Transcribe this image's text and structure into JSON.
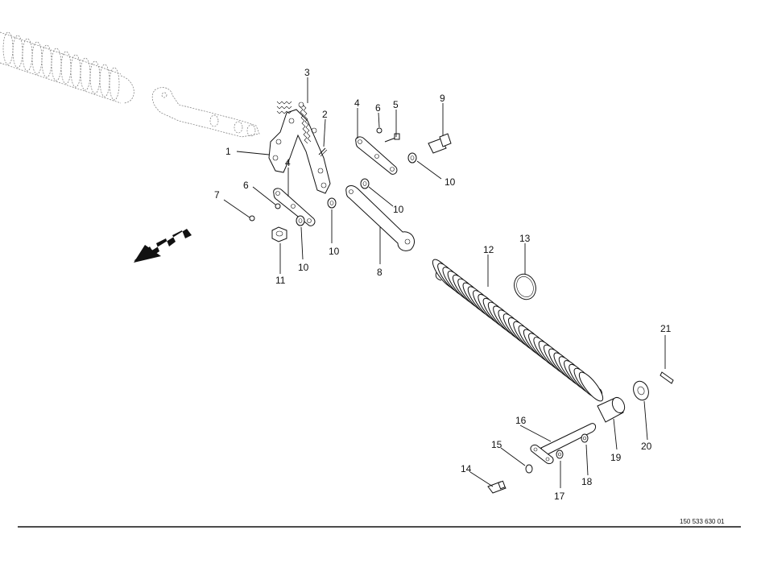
{
  "callouts": {
    "c1": "1",
    "c2": "2",
    "c3": "3",
    "c4a": "4",
    "c4b": "4",
    "c5": "5",
    "c6a": "6",
    "c6b": "6",
    "c7": "7",
    "c8": "8",
    "c9": "9",
    "c10a": "10",
    "c10b": "10",
    "c10c": "10",
    "c10d": "10",
    "c11": "11",
    "c12": "12",
    "c13": "13",
    "c14": "14",
    "c15": "15",
    "c16": "16",
    "c17": "17",
    "c18": "18",
    "c19": "19",
    "c20": "20",
    "c21": "21"
  },
  "drawing_number": "150 533 630 01",
  "direction_arrow_icon": "travel-direction-arrow-icon"
}
